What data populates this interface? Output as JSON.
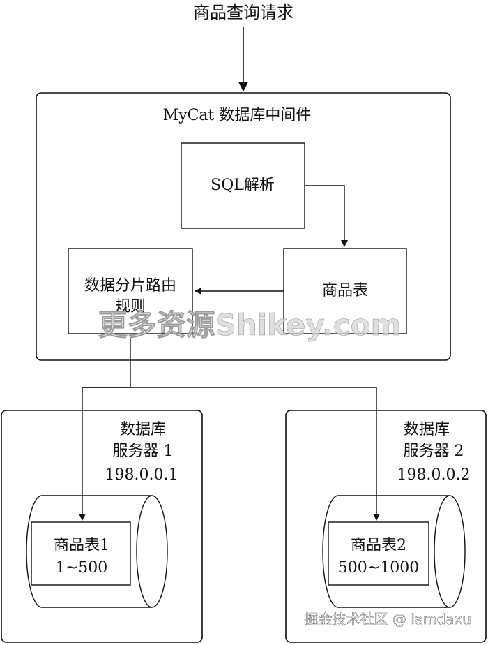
{
  "diagram": {
    "request_label": "商品查询请求",
    "middleware": {
      "title": "MyCat 数据库中间件"
    },
    "sql_parse": "SQL解析",
    "product_table": "商品表",
    "routing_rule": {
      "line1": "数据分片路由",
      "line2": "规则"
    },
    "server1": {
      "line1": "数据库",
      "line2": "服务器 1",
      "ip": "198.0.0.1",
      "table_name": "商品表1",
      "table_range": "1~500"
    },
    "server2": {
      "line1": "数据库",
      "line2": "服务器 2",
      "ip": "198.0.0.2",
      "table_name": "商品表2",
      "table_range": "500~1000"
    }
  },
  "watermark": "更多资源Shikey.com",
  "footer": "掘金技术社区 @ lamdaxu",
  "colors": {
    "line": "#111111",
    "background": "#ffffff",
    "watermark": "#d4d4d4"
  }
}
